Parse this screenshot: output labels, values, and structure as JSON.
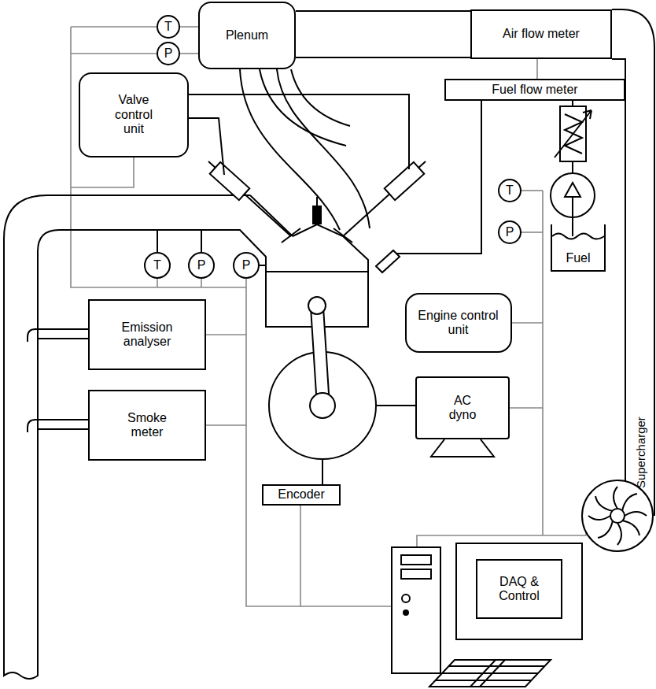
{
  "diagram": {
    "nodes": [
      {
        "text": [
          "T"
        ]
      },
      {
        "text": [
          "P"
        ]
      },
      {
        "text": [
          "Plenum"
        ]
      },
      {
        "text": [
          "Air flow meter"
        ]
      },
      {
        "text": [
          "Valve control unit"
        ]
      },
      {
        "text": [
          "Fuel flow meter"
        ]
      },
      {
        "text": [
          "T"
        ]
      },
      {
        "text": [
          "P"
        ]
      },
      {
        "text": [
          "T"
        ]
      },
      {
        "text": [
          "P"
        ]
      },
      {
        "text": [
          "P"
        ]
      },
      {
        "text": [
          "Engine control unit"
        ]
      },
      {
        "text": [
          "Fuel"
        ]
      },
      {
        "text": [
          "Emission analyser"
        ]
      },
      {
        "text": [
          "AC dyno"
        ]
      },
      {
        "text": [
          "Smoke meter"
        ]
      },
      {
        "text": [
          "Encoder"
        ]
      },
      {
        "text": [
          "DAQ & Control"
        ]
      }
    ],
    "edges": [
      {
        "from": 0,
        "to": 2,
        "arrow": "none"
      },
      {
        "from": 1,
        "to": 2,
        "arrow": "none"
      },
      {
        "from": 2,
        "to": 3,
        "arrow": "none"
      },
      {
        "from": 3,
        "to": 5,
        "arrow": "none"
      }
    ],
    "labels": [
      "Supercharger"
    ]
  }
}
